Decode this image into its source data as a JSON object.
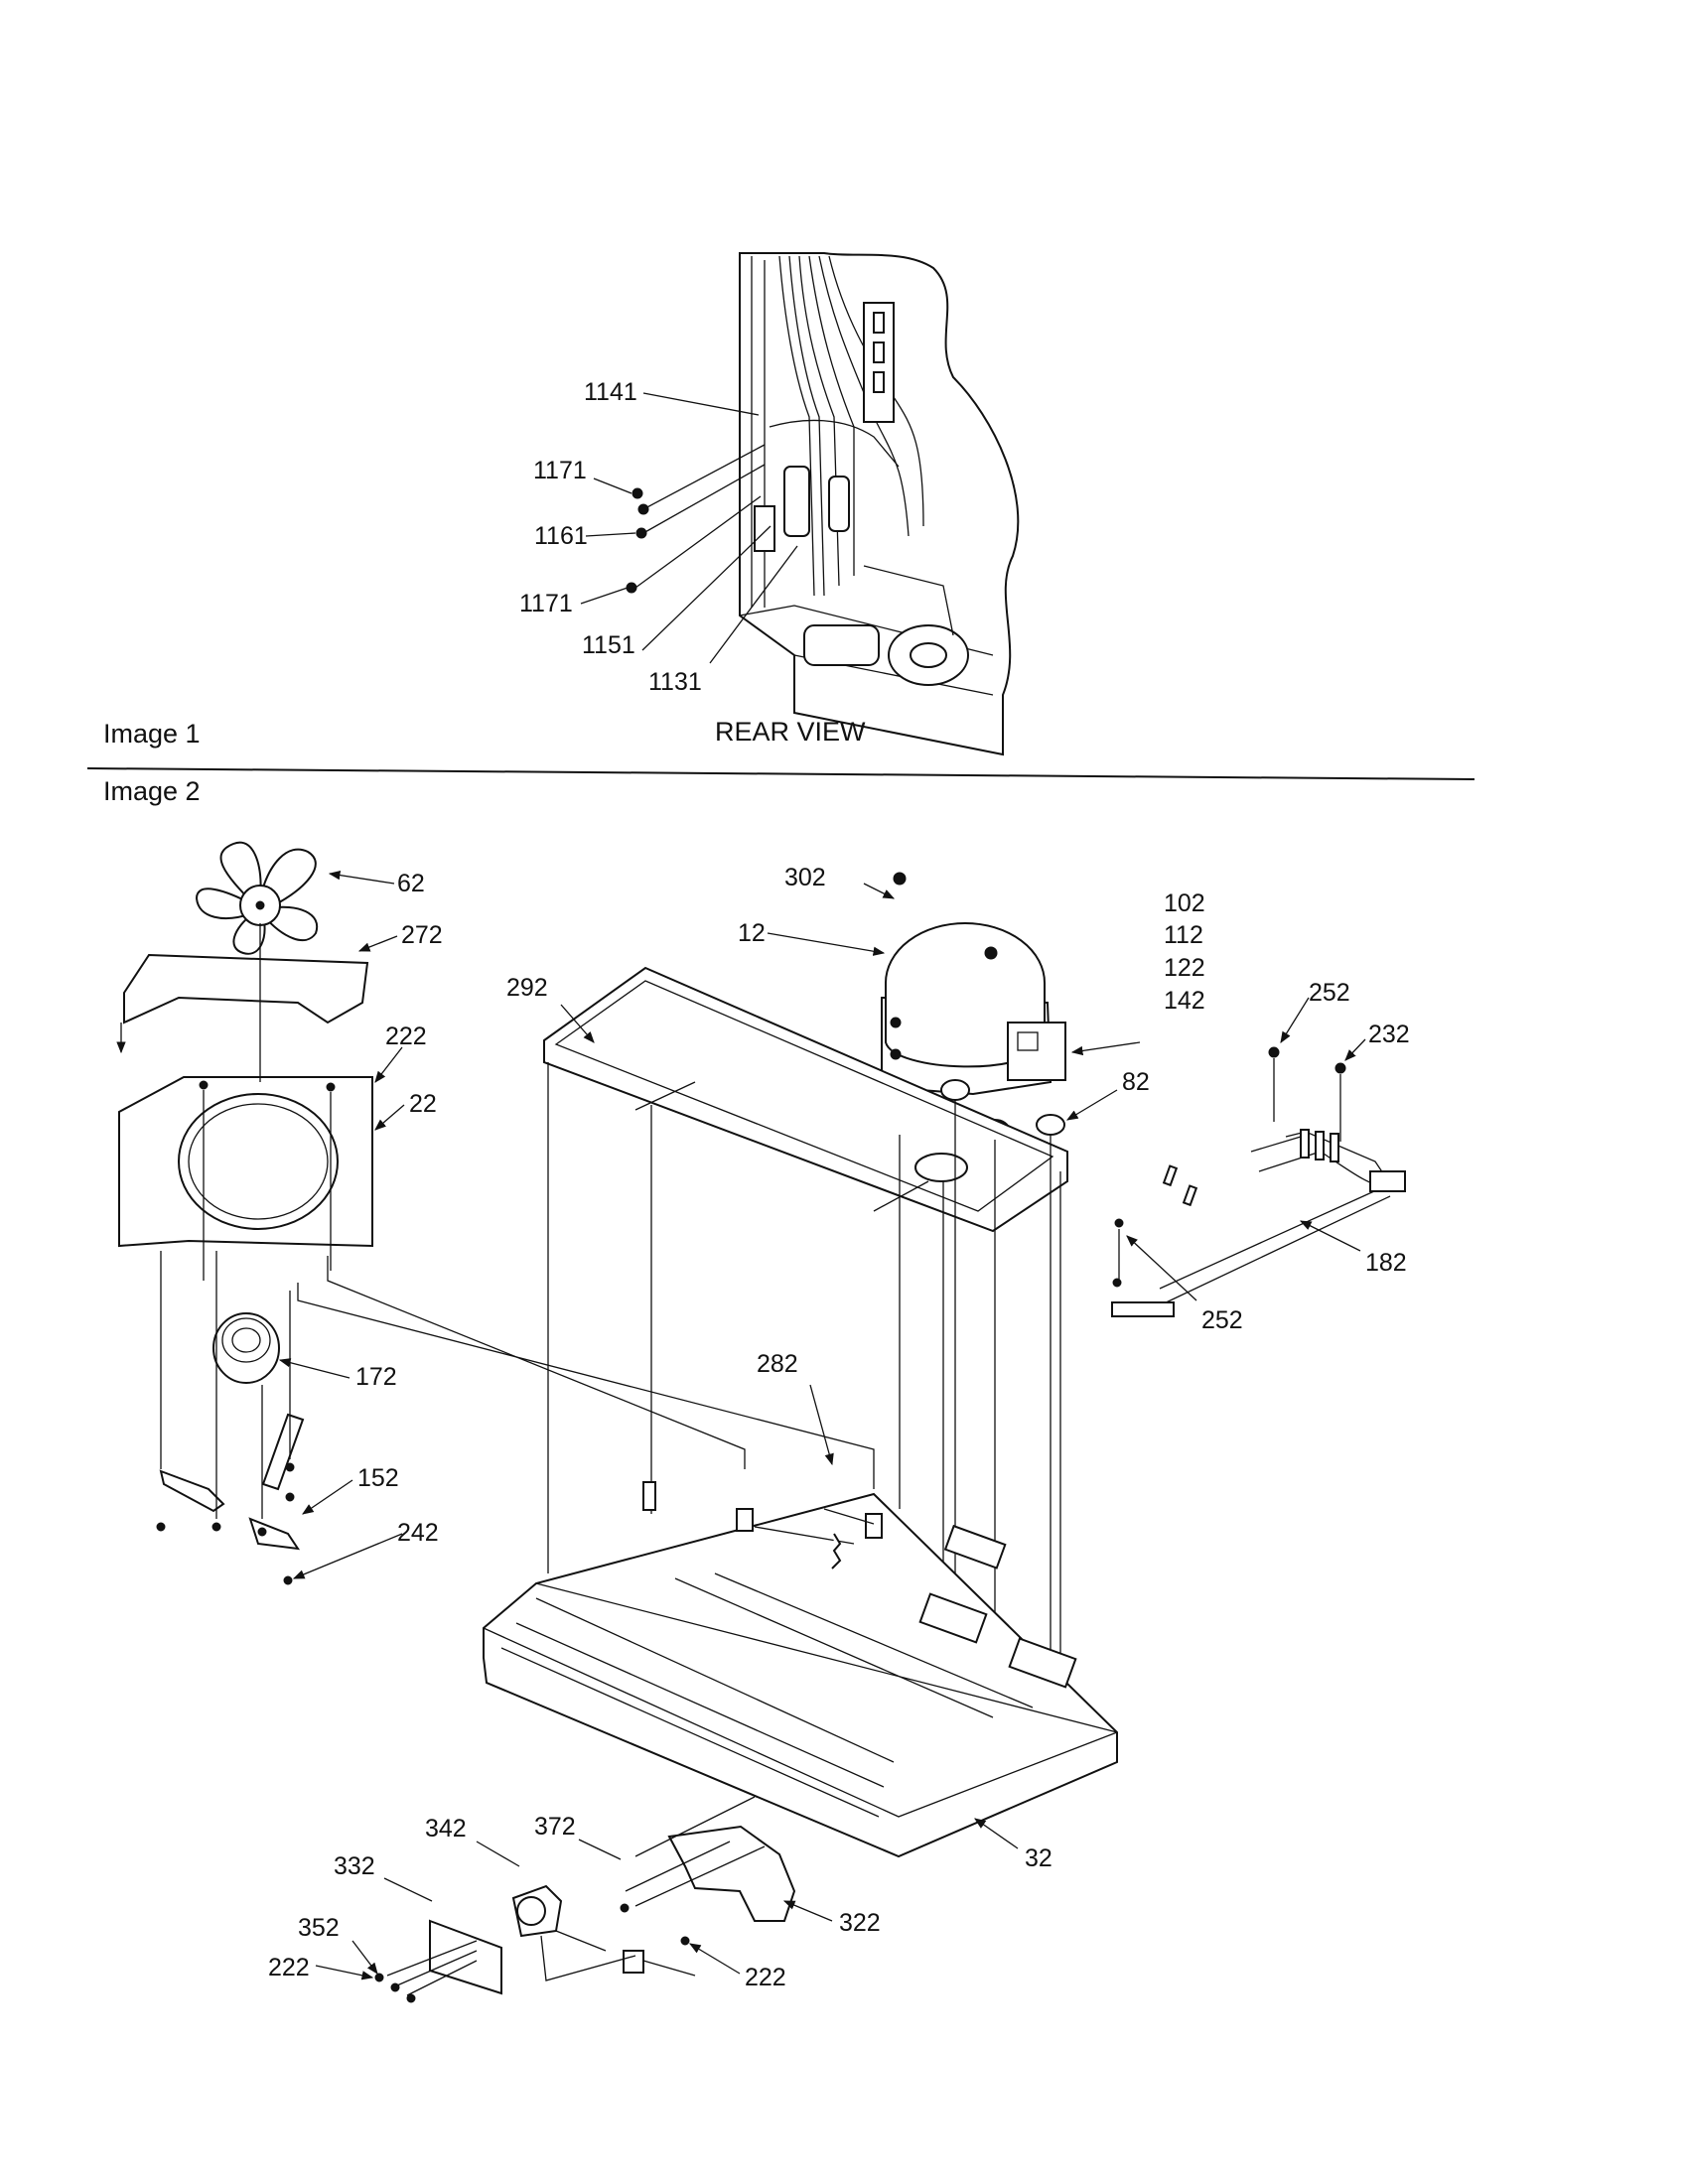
{
  "sections": {
    "image1": "Image 1",
    "image2": "Image 2",
    "rear_view": "REAR VIEW"
  },
  "callouts_image1": [
    "1141",
    "1171",
    "1161",
    "1171",
    "1151",
    "1131"
  ],
  "callouts_image2": [
    "62",
    "272",
    "222",
    "22",
    "172",
    "152",
    "242",
    "302",
    "12",
    "292",
    "102",
    "112",
    "122",
    "142",
    "82",
    "252",
    "232",
    "182",
    "252",
    "282",
    "32",
    "372",
    "342",
    "332",
    "352",
    "222",
    "322",
    "222"
  ]
}
